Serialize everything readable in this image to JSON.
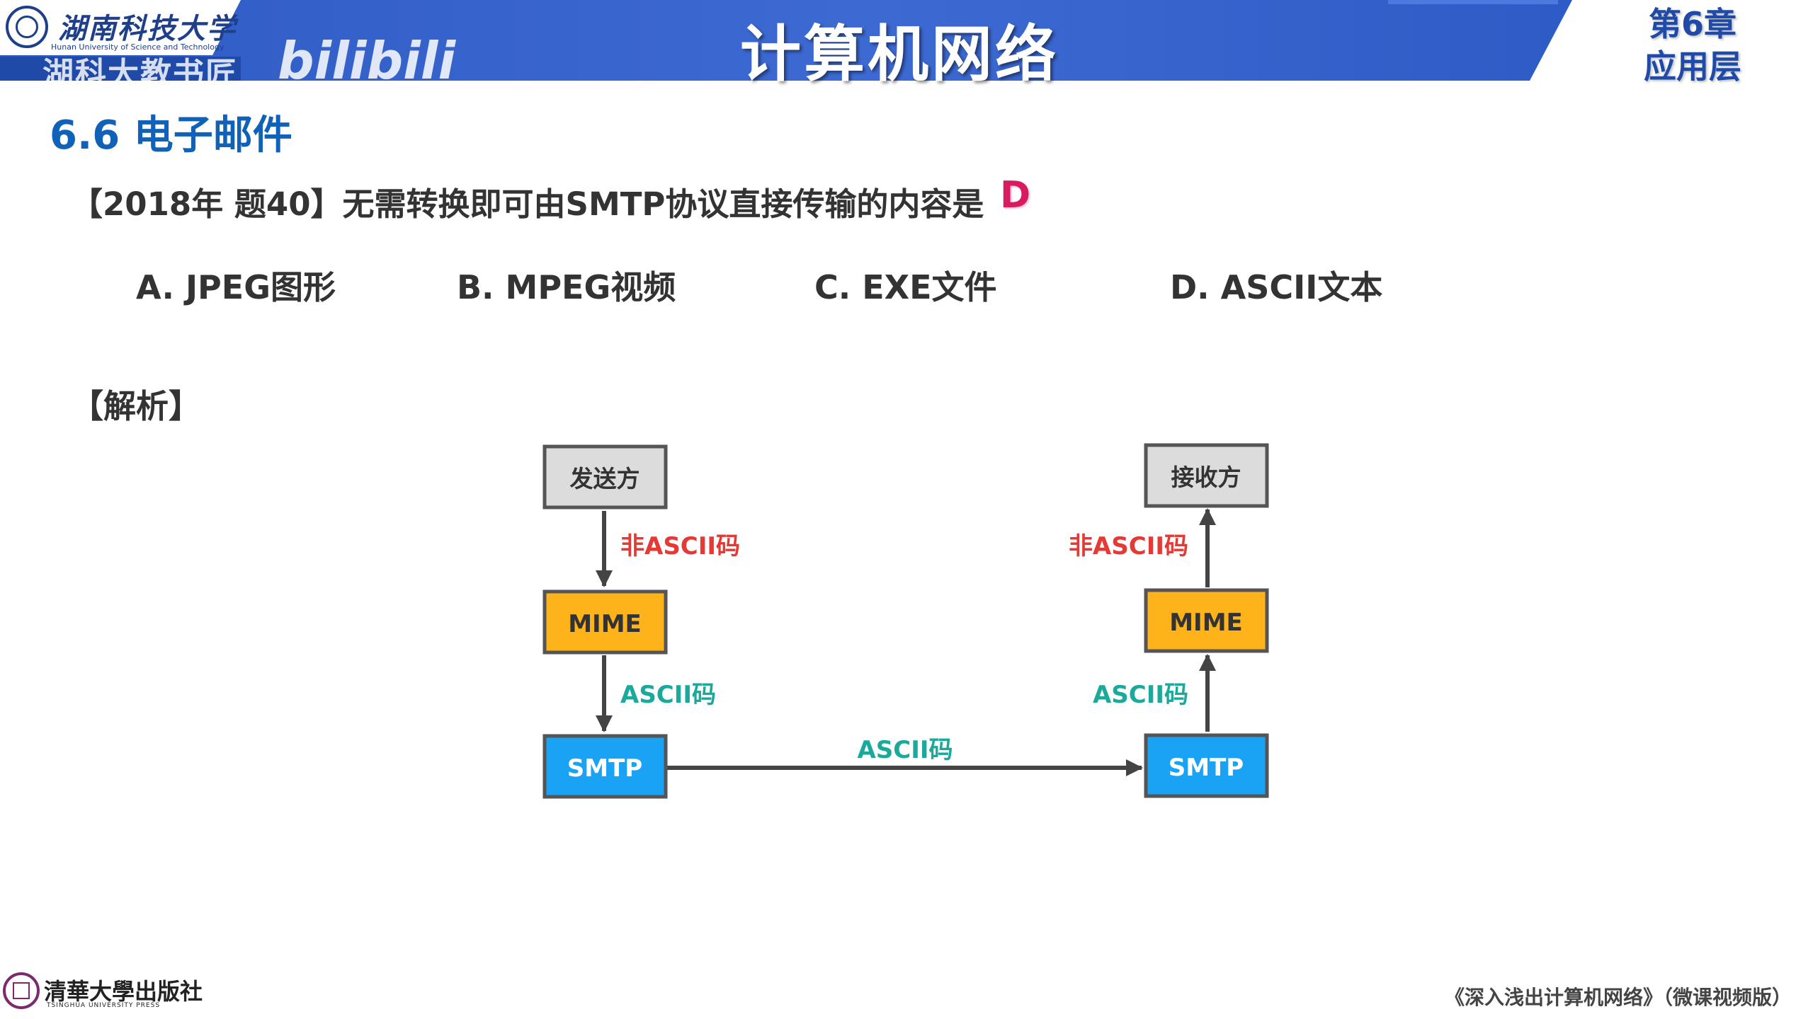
{
  "header": {
    "university_name": "湖南科技大学",
    "university_english": "Hunan University of Science and Technology",
    "watermark_text": "湖科大教书匠",
    "watermark_bili": "bilibili",
    "course_title": "计算机网络",
    "chapter_line1": "第6章",
    "chapter_line2": "应用层"
  },
  "content": {
    "section_title": "6.6 电子邮件",
    "question": "【2018年 题40】无需转换即可由SMTP协议直接传输的内容是",
    "answer": "D",
    "options": [
      "A. JPEG图形",
      "B. MPEG视频",
      "C. EXE文件",
      "D. ASCII文本"
    ],
    "analysis_label": "【解析】"
  },
  "diagram": {
    "sender_label": "发送方",
    "receiver_label": "接收方",
    "mime_label": "MIME",
    "smtp_label": "SMTP",
    "non_ascii_label": "非ASCII码",
    "ascii_label": "ASCII码",
    "colors": {
      "mime_fill": "#ffb31a",
      "smtp_fill": "#1aa3f5",
      "box_gray": "#dcdcdc",
      "non_ascii_text": "#e53935",
      "ascii_text": "#1aa99a"
    }
  },
  "footer": {
    "publisher": "清華大學出版社",
    "publisher_english": "TSINGHUA UNIVERSITY PRESS",
    "book_title": "《深入浅出计算机网络》（微课视频版）"
  }
}
